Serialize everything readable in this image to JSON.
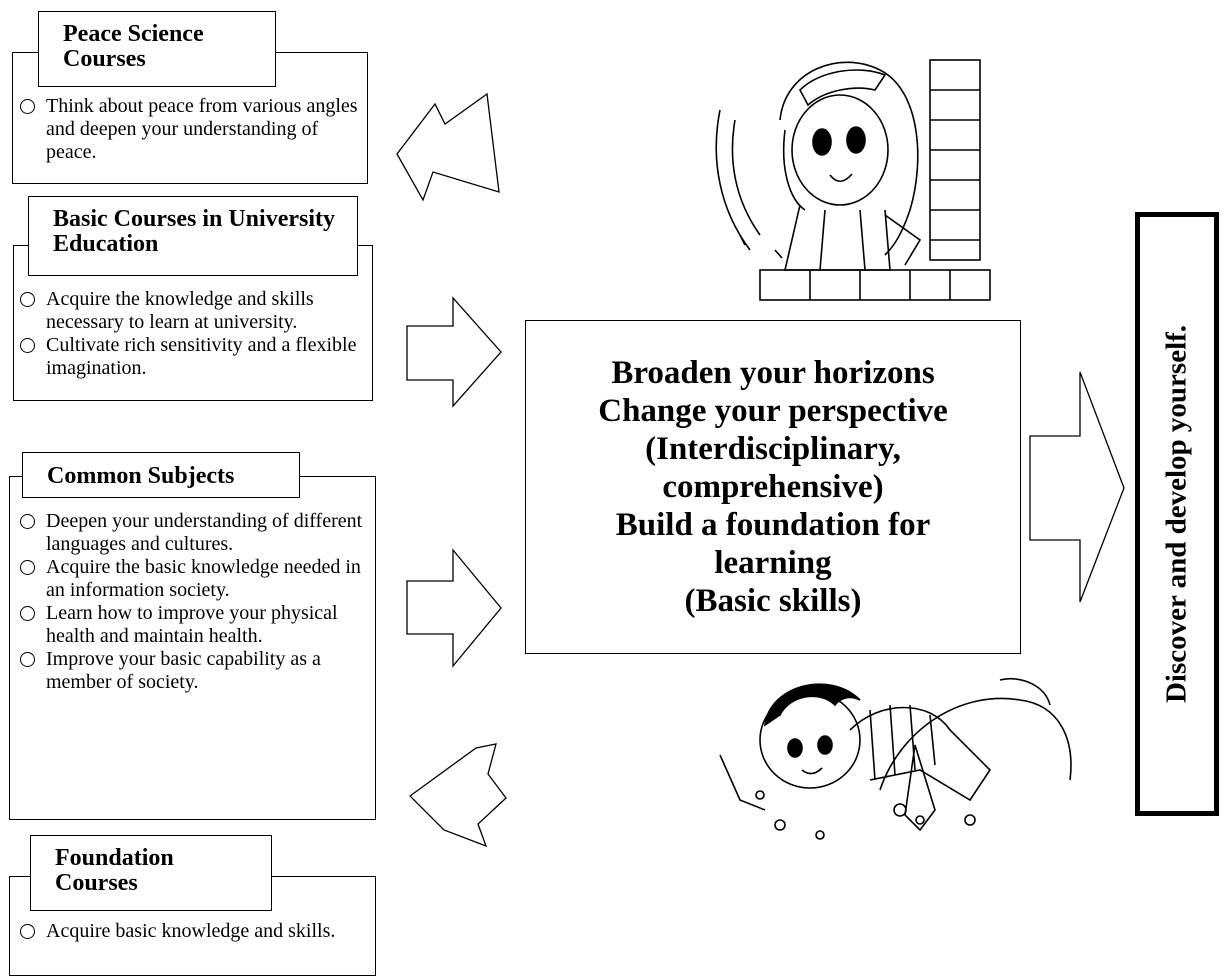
{
  "sections": [
    {
      "title": "Peace Science Courses",
      "items": [
        "Think about peace from various angles and deepen your understanding of peace."
      ]
    },
    {
      "title": "Basic Courses in University Education",
      "items": [
        "Acquire the knowledge and skills necessary to learn at university.",
        "Cultivate rich sensitivity and a flexible imagination."
      ]
    },
    {
      "title": "Common Subjects",
      "items": [
        "Deepen your understanding of different languages and cultures.",
        "Acquire the basic knowledge needed in an information society.",
        "Learn how to improve your physical health and maintain health.",
        "Improve your basic capability as a member of society."
      ]
    },
    {
      "title": "Foundation Courses",
      "items": [
        "Acquire basic knowledge and skills."
      ]
    }
  ],
  "center": {
    "lines": [
      "Broaden your horizons",
      "Change your perspective",
      "(Interdisciplinary,",
      "comprehensive)",
      "Build a foundation for",
      "learning",
      "(Basic skills)"
    ]
  },
  "outcome": "Discover and develop yourself.",
  "illustrations": [
    "girl-looking-out-icon",
    "boy-digging-icon"
  ]
}
